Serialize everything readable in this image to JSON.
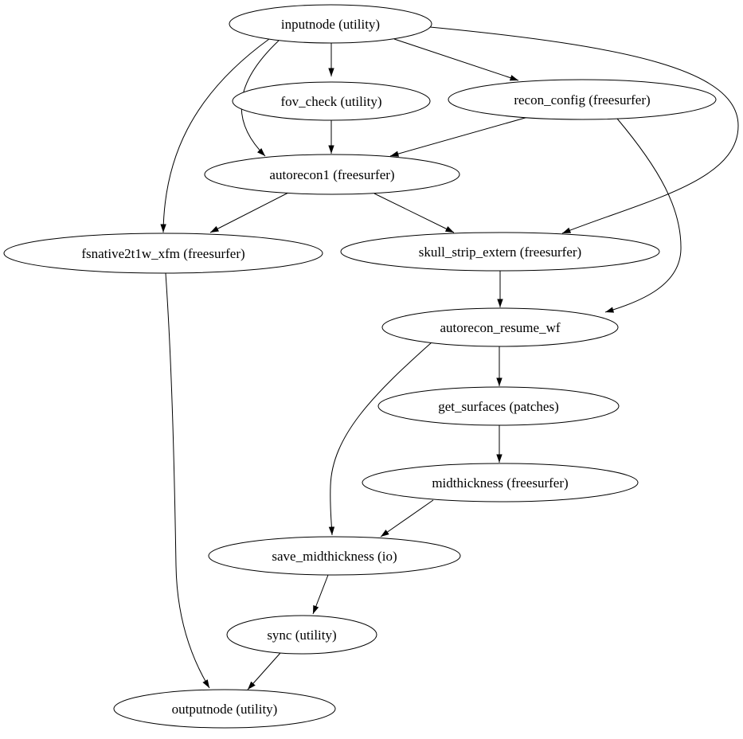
{
  "diagram": {
    "kind": "directed-workflow-graph",
    "colors": {
      "background": "#ffffff",
      "node_fill": "#ffffff",
      "node_stroke": "#000000",
      "edge_stroke": "#000000",
      "text": "#000000"
    },
    "nodes": [
      {
        "id": "inputnode",
        "label": "inputnode (utility)"
      },
      {
        "id": "fov_check",
        "label": "fov_check (utility)"
      },
      {
        "id": "recon_config",
        "label": "recon_config (freesurfer)"
      },
      {
        "id": "autorecon1",
        "label": "autorecon1 (freesurfer)"
      },
      {
        "id": "fsnative2t1w_xfm",
        "label": "fsnative2t1w_xfm (freesurfer)"
      },
      {
        "id": "skull_strip_extern",
        "label": "skull_strip_extern (freesurfer)"
      },
      {
        "id": "autorecon_resume_wf",
        "label": "autorecon_resume_wf"
      },
      {
        "id": "get_surfaces",
        "label": "get_surfaces (patches)"
      },
      {
        "id": "midthickness",
        "label": "midthickness (freesurfer)"
      },
      {
        "id": "save_midthickness",
        "label": "save_midthickness (io)"
      },
      {
        "id": "sync",
        "label": "sync (utility)"
      },
      {
        "id": "outputnode",
        "label": "outputnode (utility)"
      }
    ],
    "edges": [
      {
        "from": "inputnode",
        "to": "fov_check"
      },
      {
        "from": "inputnode",
        "to": "recon_config"
      },
      {
        "from": "inputnode",
        "to": "autorecon1"
      },
      {
        "from": "inputnode",
        "to": "fsnative2t1w_xfm"
      },
      {
        "from": "inputnode",
        "to": "skull_strip_extern"
      },
      {
        "from": "fov_check",
        "to": "autorecon1"
      },
      {
        "from": "recon_config",
        "to": "autorecon1"
      },
      {
        "from": "recon_config",
        "to": "autorecon_resume_wf"
      },
      {
        "from": "autorecon1",
        "to": "fsnative2t1w_xfm"
      },
      {
        "from": "autorecon1",
        "to": "skull_strip_extern"
      },
      {
        "from": "skull_strip_extern",
        "to": "autorecon_resume_wf"
      },
      {
        "from": "autorecon_resume_wf",
        "to": "get_surfaces"
      },
      {
        "from": "autorecon_resume_wf",
        "to": "save_midthickness"
      },
      {
        "from": "get_surfaces",
        "to": "midthickness"
      },
      {
        "from": "midthickness",
        "to": "save_midthickness"
      },
      {
        "from": "save_midthickness",
        "to": "sync"
      },
      {
        "from": "sync",
        "to": "outputnode"
      },
      {
        "from": "fsnative2t1w_xfm",
        "to": "outputnode"
      }
    ]
  }
}
